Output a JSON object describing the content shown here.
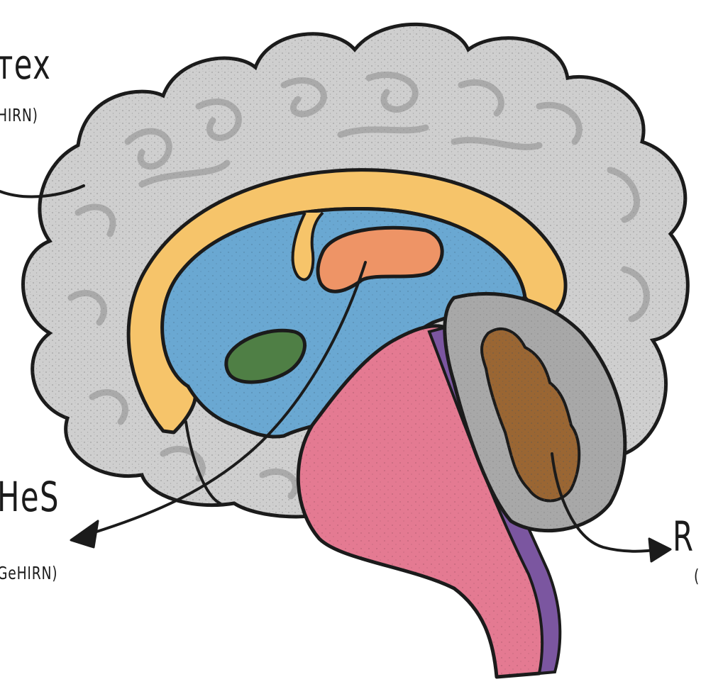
{
  "labels": {
    "cortex_title": "тex",
    "cortex_subtitle": "HIRN)",
    "limbic_title": "HeS",
    "limbic_subtitle": "GeHIRN)",
    "reptile_title": "R",
    "reptile_subtitle": "("
  },
  "colors": {
    "cortex": "#cfcfcf",
    "corpus_callosum": "#f6c46a",
    "ventricle": "#6aa8d2",
    "thalamus": "#ee9466",
    "amygdala": "#4f7f45",
    "brainstem": "#e47a92",
    "brainstem_edge": "#7b56a0",
    "cerebellum": "#a8a8a8",
    "cerebellum_core": "#9a6633",
    "outline": "#1b1b1b"
  }
}
